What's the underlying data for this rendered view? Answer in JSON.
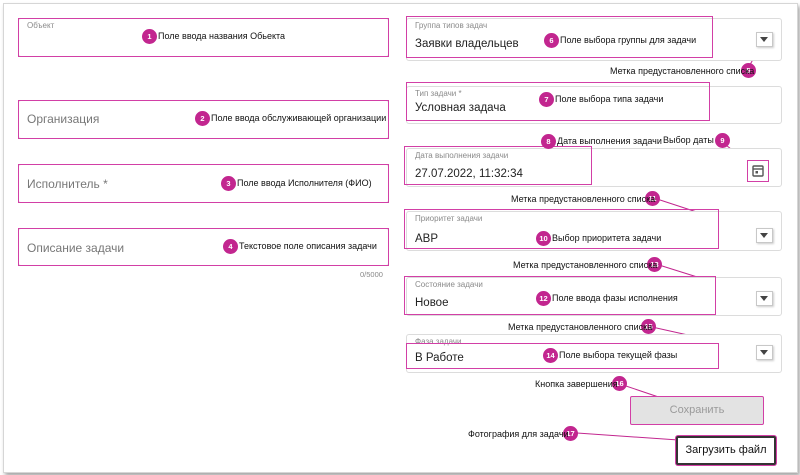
{
  "left": {
    "object": {
      "label": "Объект",
      "value": ""
    },
    "organization": {
      "placeholder": "Организация"
    },
    "executor": {
      "placeholder": "Исполнитель *"
    },
    "description": {
      "placeholder": "Описание задачи",
      "counter": "0/5000"
    }
  },
  "right": {
    "task_group": {
      "label": "Группа типов задач",
      "value": "Заявки владельцев"
    },
    "task_type": {
      "label": "Тип задачи *",
      "value": "Условная задача"
    },
    "due_date": {
      "label": "Дата выполнения задачи",
      "value": "27.07.2022, 11:32:34"
    },
    "priority": {
      "label": "Приоритет задачи",
      "value": "АВР"
    },
    "state": {
      "label": "Состояние задачи",
      "value": "Новое"
    },
    "phase": {
      "label": "Фаза задачи",
      "value": "В Работе"
    }
  },
  "buttons": {
    "save": "Сохранить",
    "upload": "Загрузить файл"
  },
  "annotations": [
    {
      "n": "1",
      "text": "Поле ввода названия Обьекта"
    },
    {
      "n": "2",
      "text": "Поле ввода обслуживающей организации"
    },
    {
      "n": "3",
      "text": "Поле ввода Исполнителя (ФИО)"
    },
    {
      "n": "4",
      "text": "Текстовое поле описания задачи"
    },
    {
      "n": "5",
      "text": "Метка предустановленного списка"
    },
    {
      "n": "6",
      "text": "Поле выбора группы для задачи"
    },
    {
      "n": "7",
      "text": "Поле выбора типа задачи"
    },
    {
      "n": "8",
      "text": "Дата выполнения задачи"
    },
    {
      "n": "9",
      "text": "Выбор даты"
    },
    {
      "n": "10",
      "text": "Выбор приоритета задачи"
    },
    {
      "n": "11",
      "text": "Метка предустановленного списка"
    },
    {
      "n": "12",
      "text": "Поле ввода фазы исполнения"
    },
    {
      "n": "13",
      "text": "Метка предустановленного списка"
    },
    {
      "n": "14",
      "text": "Поле выбора текущей фазы"
    },
    {
      "n": "15",
      "text": "Метка предустановленного списка"
    },
    {
      "n": "16",
      "text": "Кнопка завершения"
    },
    {
      "n": "17",
      "text": "Фотография для задачи"
    }
  ],
  "colors": {
    "accent": "#c2268f",
    "highlight": "#d23fa6"
  }
}
